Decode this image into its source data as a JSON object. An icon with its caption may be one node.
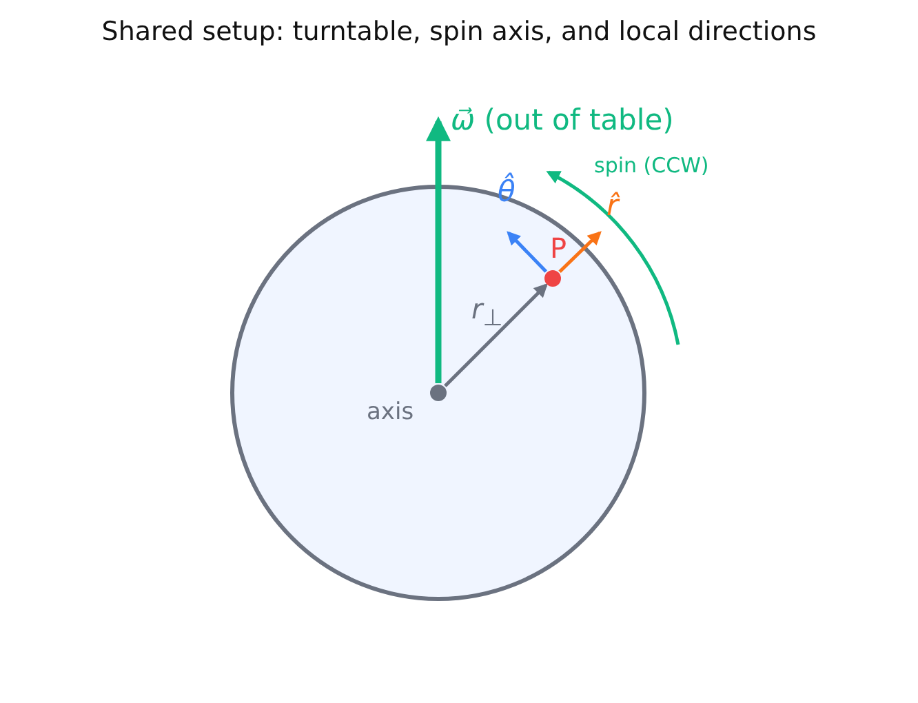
{
  "diagram": {
    "title": "Shared setup: turntable, spin axis, and local directions",
    "nodes": [
      {
        "text": [],
        "shape": "circle"
      },
      {
        "text": [],
        "shape": "circle",
        "beside": [
          "axis"
        ],
        "in": 0
      },
      {
        "text": [],
        "shape": "circle",
        "beside": [
          "P"
        ],
        "in": 0
      }
    ],
    "edges": [
      {
        "from": 1,
        "to": null,
        "arrow": "to",
        "label": "*ω⃗* (out of table)",
        "style": "thick",
        "color": "#10b981"
      },
      {
        "from": 1,
        "to": 2,
        "arrow": "to",
        "label": "*r*$_{⊥}$",
        "color": "#6b7280"
      },
      {
        "from": 2,
        "to": null,
        "arrow": "to",
        "label": "*θ̂*",
        "color": "#3b82f6"
      },
      {
        "from": 2,
        "to": null,
        "arrow": "to",
        "label": "*r̂*",
        "color": "#f97316"
      }
    ],
    "labels": [
      "spin (CCW)"
    ]
  }
}
